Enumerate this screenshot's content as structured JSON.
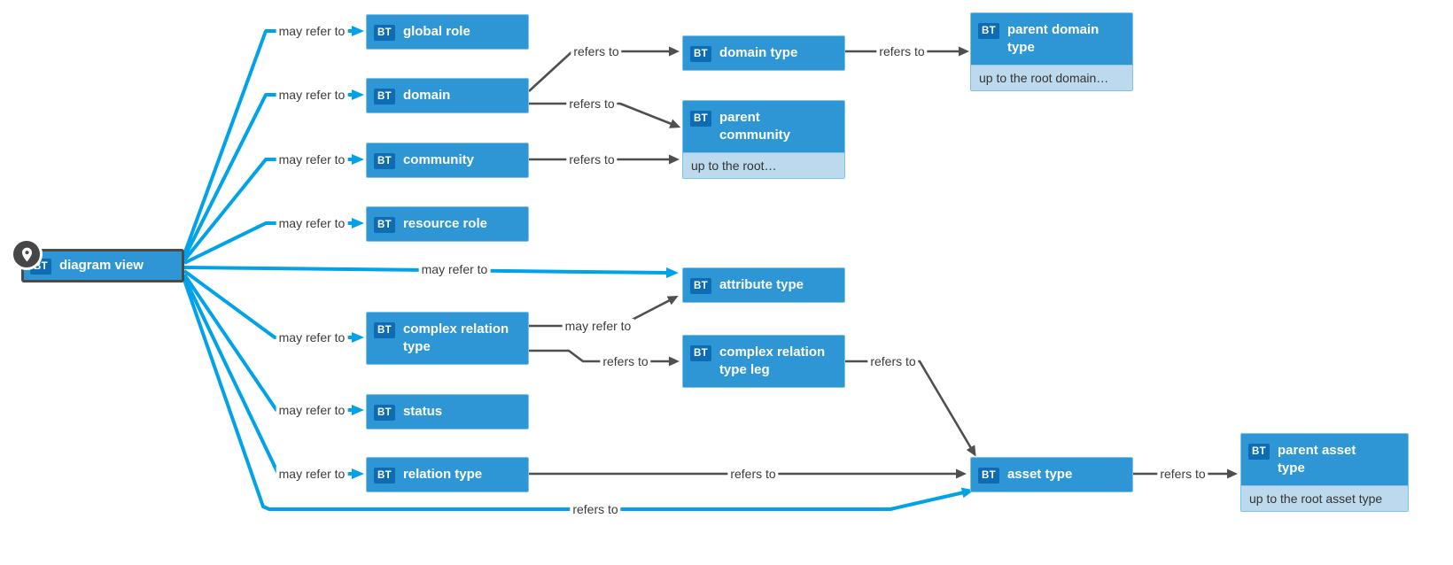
{
  "colors": {
    "node_fill": "#2e96d4",
    "node_border": "#7cc3e9",
    "badge_fill": "#0d6cb4",
    "footer_fill": "#bdd9ed",
    "edge_blue": "#00a2e8",
    "edge_gray": "#4f4f4f",
    "selected_border": "#4a4a4a"
  },
  "nodes": [
    {
      "id": "diagram-view",
      "badge": "BT",
      "label": "diagram view",
      "selected": true,
      "pinned": true
    },
    {
      "id": "global-role",
      "badge": "BT",
      "label": "global role"
    },
    {
      "id": "domain",
      "badge": "BT",
      "label": "domain"
    },
    {
      "id": "community",
      "badge": "BT",
      "label": "community"
    },
    {
      "id": "resource-role",
      "badge": "BT",
      "label": "resource role"
    },
    {
      "id": "attribute-type",
      "badge": "BT",
      "label": "attribute type"
    },
    {
      "id": "complex-relation-type",
      "badge": "BT",
      "label": "complex relation type"
    },
    {
      "id": "status",
      "badge": "BT",
      "label": "status"
    },
    {
      "id": "relation-type",
      "badge": "BT",
      "label": "relation type"
    },
    {
      "id": "domain-type",
      "badge": "BT",
      "label": "domain type"
    },
    {
      "id": "parent-community",
      "badge": "BT",
      "label": "parent community",
      "sublabel": "up to the root…"
    },
    {
      "id": "complex-relation-type-leg",
      "badge": "BT",
      "label": "complex relation type leg"
    },
    {
      "id": "parent-domain-type",
      "badge": "BT",
      "label": "parent domain type",
      "sublabel": "up to the root domain…"
    },
    {
      "id": "asset-type",
      "badge": "BT",
      "label": "asset type"
    },
    {
      "id": "parent-asset-type",
      "badge": "BT",
      "label": "parent asset type",
      "sublabel": "up to the root asset type"
    }
  ],
  "edges": [
    {
      "from": "diagram view",
      "to": "global role",
      "label": "may refer to",
      "style": "blue"
    },
    {
      "from": "diagram view",
      "to": "domain",
      "label": "may refer to",
      "style": "blue"
    },
    {
      "from": "diagram view",
      "to": "community",
      "label": "may refer to",
      "style": "blue"
    },
    {
      "from": "diagram view",
      "to": "resource role",
      "label": "may refer to",
      "style": "blue"
    },
    {
      "from": "diagram view",
      "to": "attribute type",
      "label": "may refer to",
      "style": "blue"
    },
    {
      "from": "diagram view",
      "to": "complex relation type",
      "label": "may refer to",
      "style": "blue"
    },
    {
      "from": "diagram view",
      "to": "status",
      "label": "may refer to",
      "style": "blue"
    },
    {
      "from": "diagram view",
      "to": "relation type",
      "label": "may refer to",
      "style": "blue"
    },
    {
      "from": "diagram view",
      "to": "asset type",
      "label": "refers to",
      "style": "blue"
    },
    {
      "from": "domain",
      "to": "domain type",
      "label": "refers to",
      "style": "gray"
    },
    {
      "from": "domain",
      "to": "parent community",
      "label": "refers to",
      "style": "gray"
    },
    {
      "from": "community",
      "to": "parent community",
      "label": "refers to",
      "style": "gray"
    },
    {
      "from": "domain type",
      "to": "parent domain type",
      "label": "refers to",
      "style": "gray"
    },
    {
      "from": "complex relation type",
      "to": "attribute type",
      "label": "may refer to",
      "style": "gray"
    },
    {
      "from": "complex relation type",
      "to": "complex relation type leg",
      "label": "refers to",
      "style": "gray"
    },
    {
      "from": "complex relation type leg",
      "to": "asset type",
      "label": "refers to",
      "style": "gray"
    },
    {
      "from": "relation type",
      "to": "asset type",
      "label": "refers to",
      "style": "gray"
    },
    {
      "from": "asset type",
      "to": "parent asset type",
      "label": "refers to",
      "style": "gray"
    }
  ]
}
